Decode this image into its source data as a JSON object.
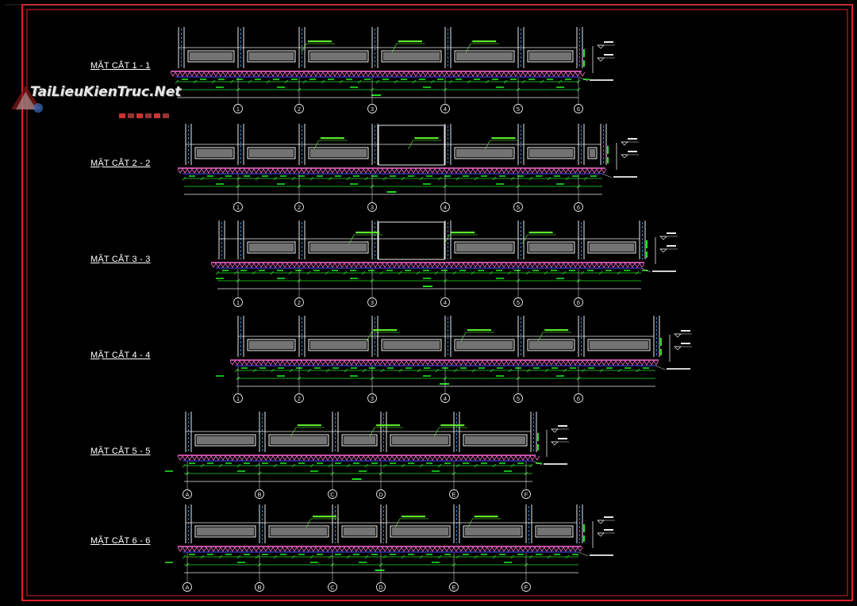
{
  "watermark": {
    "text": "TaiLieuKienTruc.Net"
  },
  "sections": [
    {
      "title": "MẶT CẮT 1 - 1",
      "axes": [
        "1",
        "2",
        "3",
        "4",
        "5",
        "6"
      ]
    },
    {
      "title": "MẶT CẮT 2 - 2",
      "axes": [
        "1",
        "2",
        "3",
        "4",
        "5",
        "6"
      ]
    },
    {
      "title": "MẶT CẮT 3 - 3",
      "axes": [
        "1",
        "2",
        "3",
        "4",
        "5",
        "6"
      ]
    },
    {
      "title": "MẶT CẮT 4 - 4",
      "axes": [
        "1",
        "2",
        "3",
        "4",
        "5",
        "6"
      ]
    },
    {
      "title": "MẶT CẮT 5 - 5",
      "axes": [
        "A",
        "B",
        "C",
        "D",
        "E",
        "F"
      ]
    },
    {
      "title": "MẶT CẮT 6 - 6",
      "axes": [
        "A",
        "B",
        "C",
        "D",
        "E",
        "F"
      ]
    }
  ],
  "colors": {
    "frame": "#e0202a",
    "walls": "#e8e8e8",
    "axis_dash": "#3fa4ff",
    "ground": "#ff6ad5",
    "dimensions": "#22e022",
    "labels": "#66ff33",
    "fill": "#bdbdbd"
  }
}
